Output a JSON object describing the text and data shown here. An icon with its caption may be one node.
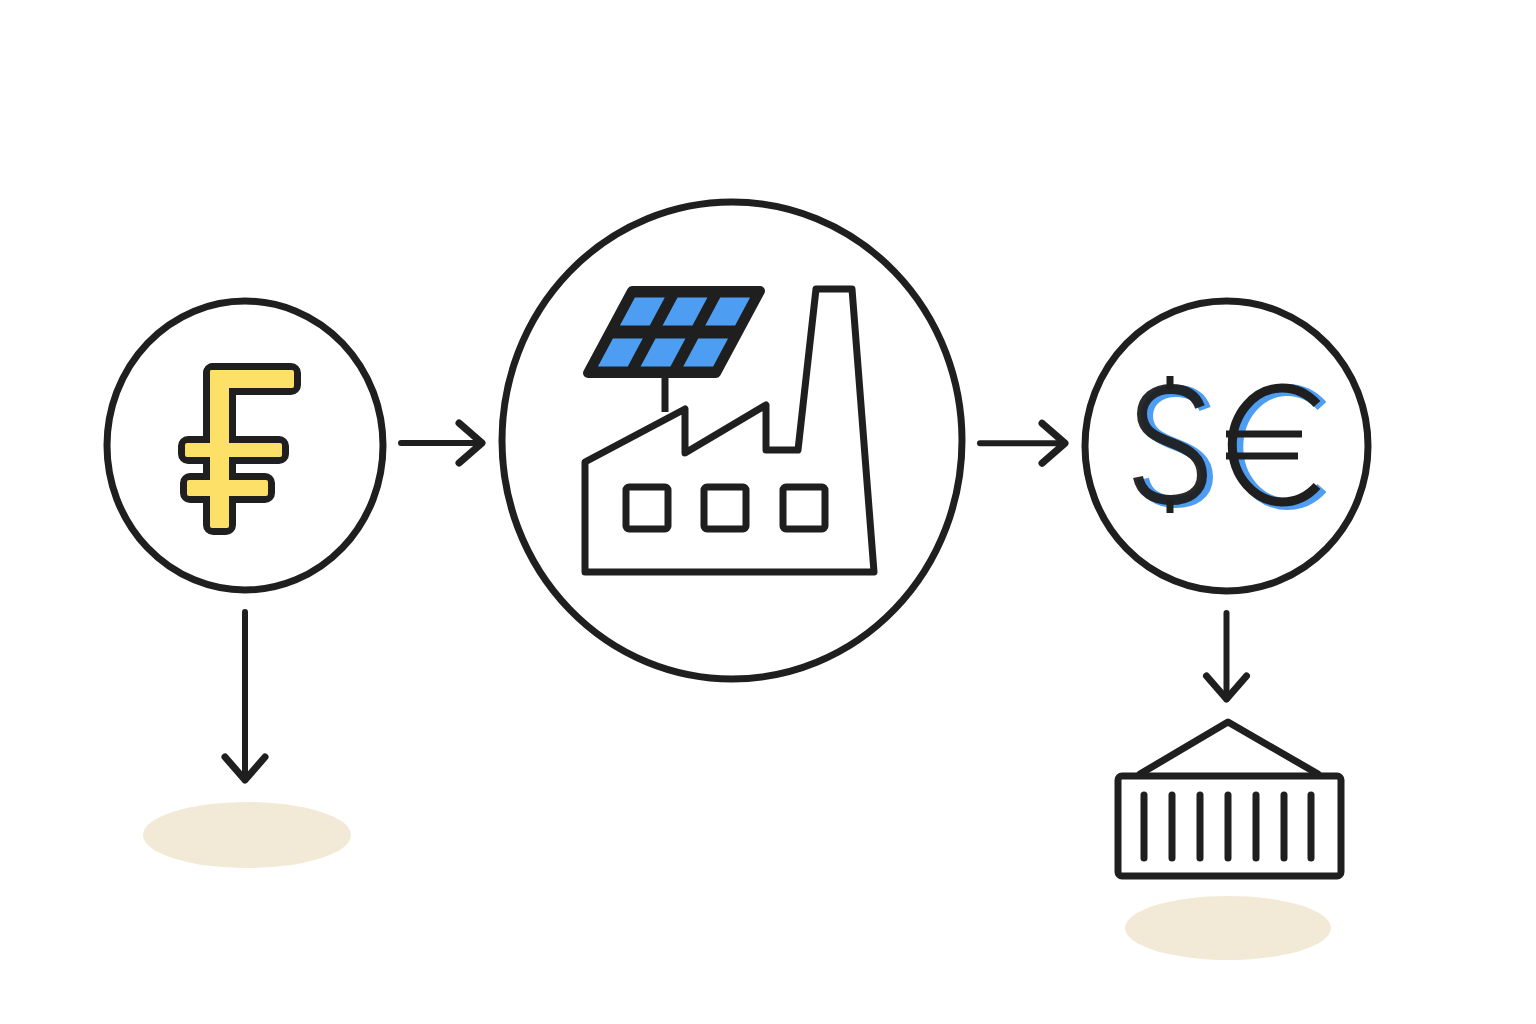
{
  "diagram": {
    "nodes": [
      {
        "text": [],
        "shape": "circle"
      },
      {
        "text": [],
        "shape": "circle"
      },
      {
        "text": [],
        "shape": "circle"
      },
      {
        "text": [],
        "shape": "ellipse"
      },
      {
        "text": [],
        "shape": "picture"
      },
      {
        "text": [],
        "shape": "ellipse"
      }
    ],
    "edges": [
      {
        "from": 0,
        "to": 1,
        "arrow": "to"
      },
      {
        "from": 1,
        "to": 2,
        "arrow": "to"
      },
      {
        "from": 0,
        "to": 3,
        "arrow": "to"
      },
      {
        "from": 2,
        "to": 4,
        "arrow": "to"
      }
    ]
  }
}
